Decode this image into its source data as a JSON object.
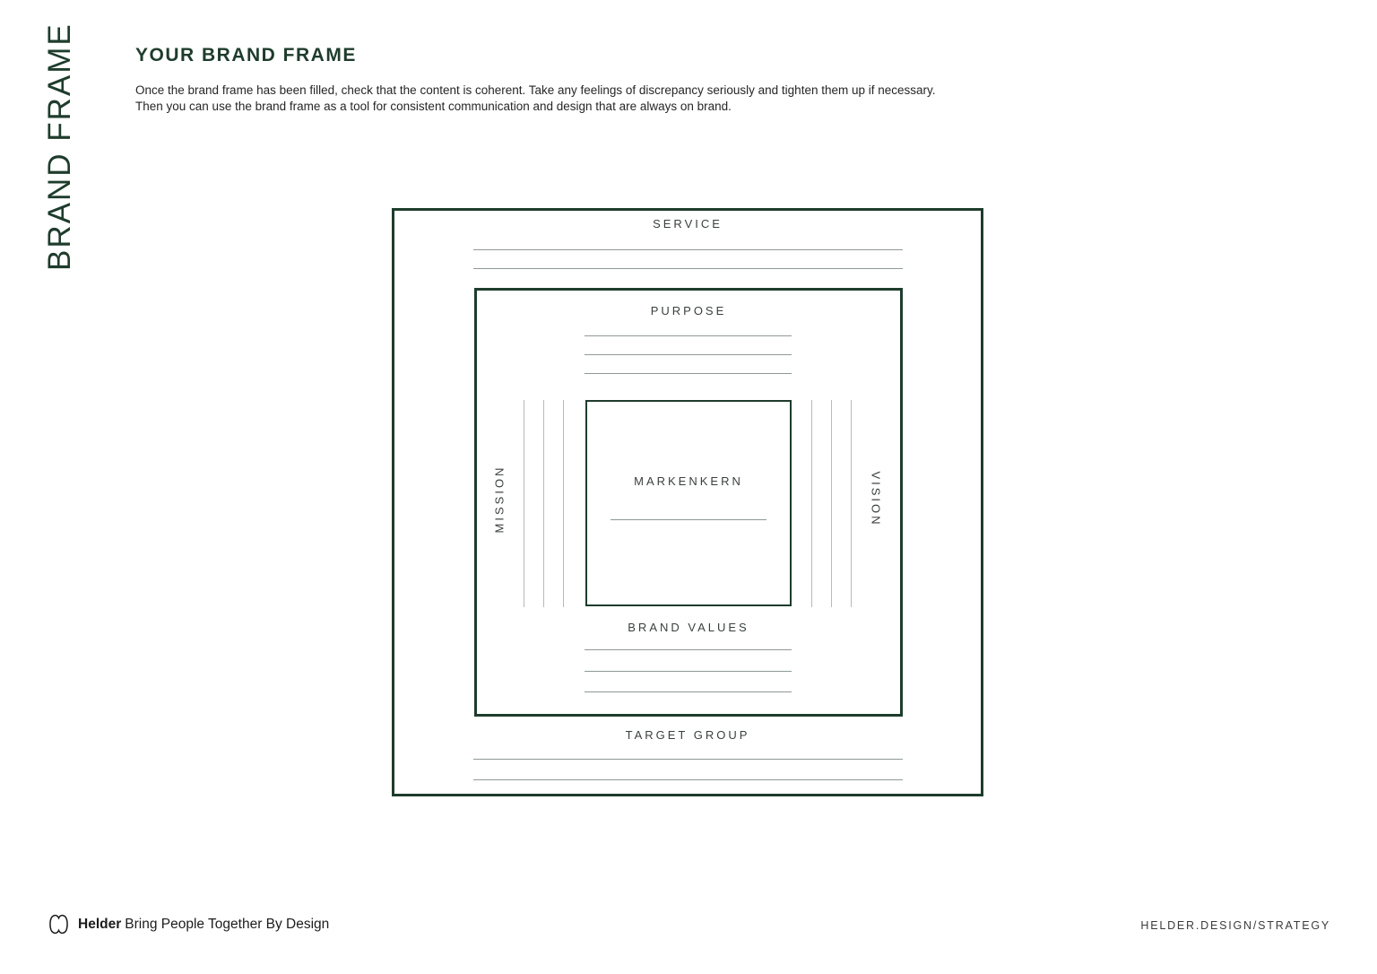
{
  "page": {
    "side_label": "BRAND FRAME",
    "title": "YOUR BRAND FRAME",
    "intro_line1": "Once the brand frame has been filled, check that the content is coherent. Take any feelings of discrepancy seriously and tighten them up if necessary.",
    "intro_line2": "Then you can use the brand frame as a tool for consistent communication and design that are always on brand."
  },
  "diagram": {
    "outer_top_label": "SERVICE",
    "middle_top_label": "PURPOSE",
    "inner_label": "MARKENKERN",
    "left_label": "MISSION",
    "right_label": "VISION",
    "middle_bottom_label": "BRAND VALUES",
    "outer_bottom_label": "TARGET GROUP"
  },
  "footer": {
    "brand_name": "Helder",
    "tagline": "Bring People Together By Design",
    "right_text": "HELDER.DESIGN/STRATEGY"
  },
  "colors": {
    "accent_green": "#1e3c2c",
    "label_gray": "#3a403c",
    "rule_line_gray": "#8e9a94",
    "divider_line_gray": "#b4bcb7"
  }
}
